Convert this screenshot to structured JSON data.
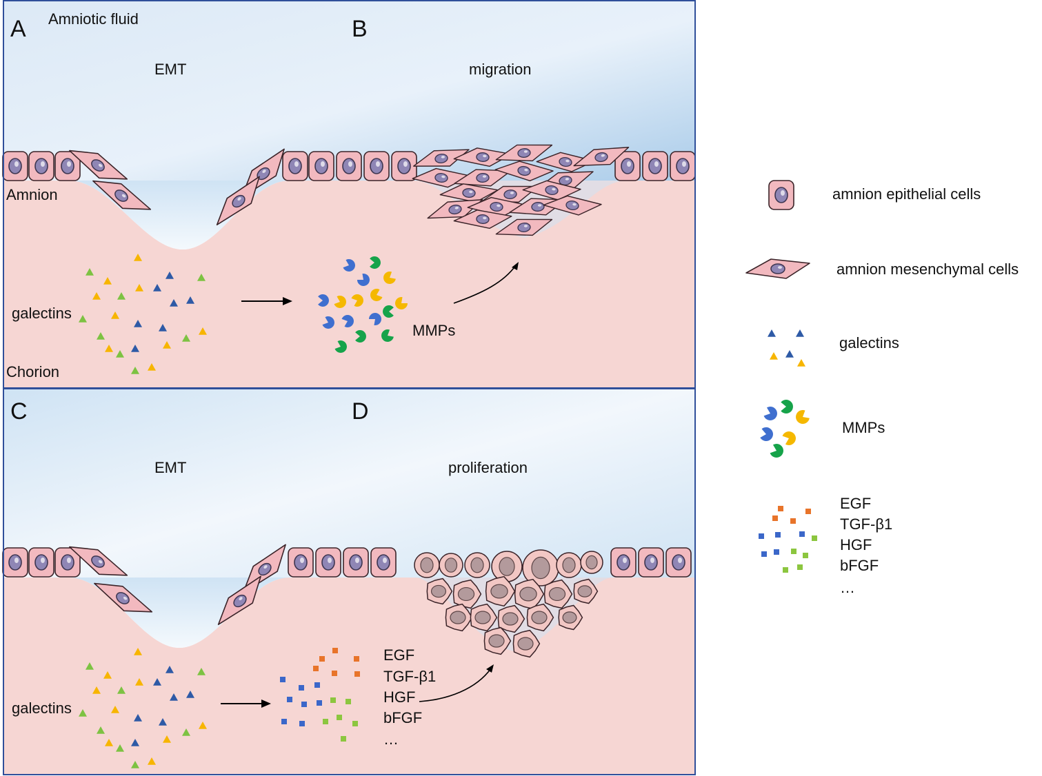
{
  "panels": {
    "a": {
      "letter": "A",
      "caption": "EMT"
    },
    "b": {
      "letter": "B",
      "caption": "migration"
    },
    "c": {
      "letter": "C",
      "caption": "EMT"
    },
    "d": {
      "letter": "D",
      "caption": "proliferation"
    }
  },
  "regions": {
    "fluid": "Amniotic fluid",
    "amnion": "Amnion",
    "chorion": "Chorion"
  },
  "labels": {
    "galectins_top": "galectins",
    "galectins_bottom": "galectins",
    "mmps": "MMPs",
    "growth_factors": [
      "EGF",
      "TGF-β1",
      "HGF",
      "bFGF",
      "…"
    ]
  },
  "legend": {
    "epithelial": "amnion epithelial cells",
    "mesenchymal": "amnion mesenchymal cells",
    "galectins": "galectins",
    "mmps": "MMPs",
    "growth_factors": [
      "EGF",
      "TGF-β1",
      "HGF",
      "bFGF",
      "…"
    ]
  },
  "colors": {
    "frame": "#2f4f9a",
    "tissue": "#f6d6d3",
    "fluid_top": "#a9cbe9",
    "fluid_bottom": "#eef5fc",
    "cell_fill": "#f2b9bf",
    "cell_stroke": "#3a2328",
    "nucleus": "#8f86b5",
    "green": "#7dc242",
    "yellow": "#f7b500",
    "blue": "#2e5aa6",
    "mmp_blue": "#3f6fcf",
    "mmp_green": "#16a34a",
    "mmp_yellow": "#f5b800",
    "gf_orange": "#e8742a",
    "gf_blue": "#3b67c9",
    "gf_green": "#8cc63f"
  }
}
